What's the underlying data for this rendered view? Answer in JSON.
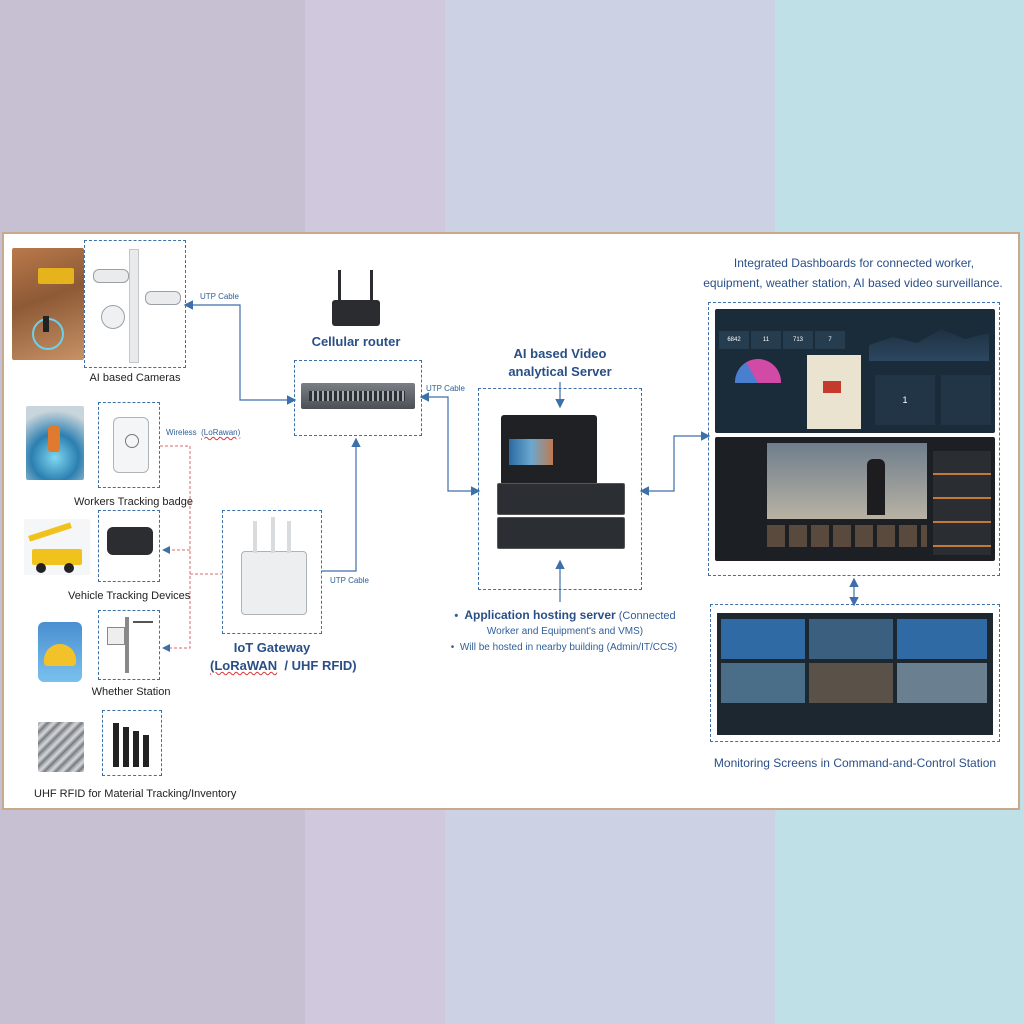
{
  "labels": {
    "ai_cameras": "AI based Cameras",
    "workers_badge": "Workers Tracking badge",
    "vehicle_devices": "Vehicle Tracking Devices",
    "weather_station": "Whether Station",
    "uhf_rfid": "UHF RFID for Material Tracking/Inventory",
    "cellular_router": "Cellular router",
    "ai_server_line1": "AI based Video",
    "ai_server_line2": "analytical Server",
    "iot_gateway_line1": "IoT Gateway",
    "iot_gateway_line2a": "(LoRaWAN",
    "iot_gateway_line2b": "/ UHF RFID)",
    "app_server_bold": "Application hosting server",
    "app_server_rest": "(Connected",
    "app_server_line2": "Worker and Equipment's and VMS)",
    "app_server_line3": "Will be hosted in nearby building (Admin/IT/CCS)",
    "dashboards_line1": "Integrated Dashboards for connected worker,",
    "dashboards_line2": "equipment, weather station, AI based video surveillance.",
    "monitoring": "Monitoring Screens in Command-and-Control Station"
  },
  "connections": {
    "utp_cable_1": "UTP Cable",
    "utp_cable_2": "UTP Cable",
    "utp_cable_3": "UTP Cable",
    "wireless": "Wireless",
    "lorawan": "(LoRawan)"
  },
  "dashboard": {
    "kpi_1": "6842",
    "kpi_2": "11",
    "kpi_3": "713",
    "kpi_4": "7",
    "gauge_value": "1"
  },
  "colors": {
    "dashed_border": "#3d6fa8",
    "title_blue": "#2a4f86",
    "frame": "#c9a98c",
    "dashboard_bg": "#1a2b3a",
    "gauge_magenta": "#d04aa6"
  },
  "icons": [
    "camera-icon",
    "badge-icon",
    "tracker-icon",
    "weather-icon",
    "rfid-tag-icon",
    "router-icon",
    "switch-icon",
    "gateway-icon",
    "server-icon"
  ]
}
